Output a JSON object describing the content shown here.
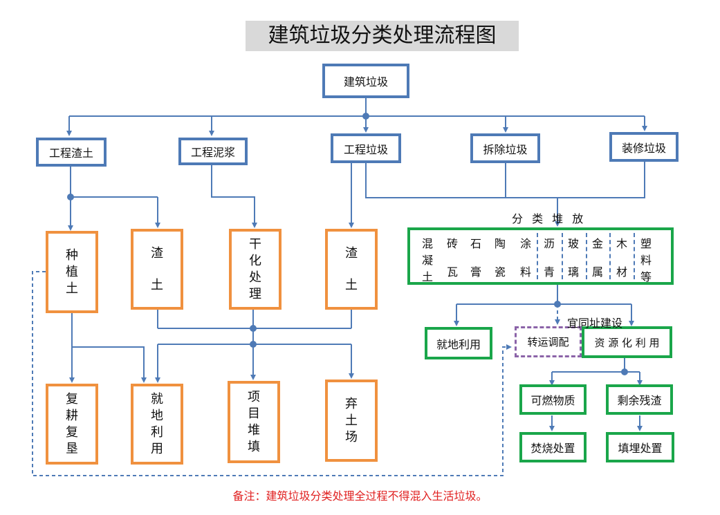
{
  "title": "建筑垃圾分类处理流程图",
  "root": "建筑垃圾",
  "sources": [
    "工程渣土",
    "工程泥浆",
    "工程垃圾",
    "拆除垃圾",
    "装修垃圾"
  ],
  "mid": {
    "plant_soil": [
      "种",
      "植",
      "土"
    ],
    "slag1": [
      "渣",
      "土"
    ],
    "dry": [
      "干",
      "化",
      "处",
      "理"
    ],
    "slag2": [
      "渣",
      "土"
    ]
  },
  "bottom": {
    "reclaim": [
      "复",
      "耕",
      "复",
      "垦"
    ],
    "local": [
      "就",
      "地",
      "利",
      "用"
    ],
    "pile": [
      "项",
      "目",
      "堆",
      "填"
    ],
    "dump": [
      "弃",
      "土",
      "场"
    ]
  },
  "sort_label": "分 类 堆 放",
  "categories": [
    {
      "top": "混",
      "mid": "凝",
      "bot": "土"
    },
    {
      "top": "砖",
      "mid": "",
      "bot": "瓦"
    },
    {
      "top": "石",
      "mid": "",
      "bot": "膏"
    },
    {
      "top": "陶",
      "mid": "",
      "bot": "瓷"
    },
    {
      "top": "涂",
      "mid": "",
      "bot": "料"
    },
    {
      "top": "沥",
      "mid": "",
      "bot": "青"
    },
    {
      "top": "玻",
      "mid": "",
      "bot": "璃"
    },
    {
      "top": "金",
      "mid": "",
      "bot": "属"
    },
    {
      "top": "木",
      "mid": "",
      "bot": "材"
    },
    {
      "top": "塑",
      "mid": "料",
      "bot": "等"
    }
  ],
  "right": {
    "local_use": "就地利用",
    "transfer": "转运调配",
    "resource": "资 源 化 利 用",
    "same_site": "宜同址建设",
    "combustible": "可燃物质",
    "residue": "剩余残渣",
    "incinerate": "焚烧处置",
    "landfill": "填埋处置"
  },
  "note": "备注：建筑垃圾分类处理全过程不得混入生活垃圾。",
  "colors": {
    "blue": "#4e7ab6",
    "orange": "#f0913f",
    "green": "#1aa64a",
    "purple": "#8b63a8",
    "note": "#e02020"
  }
}
